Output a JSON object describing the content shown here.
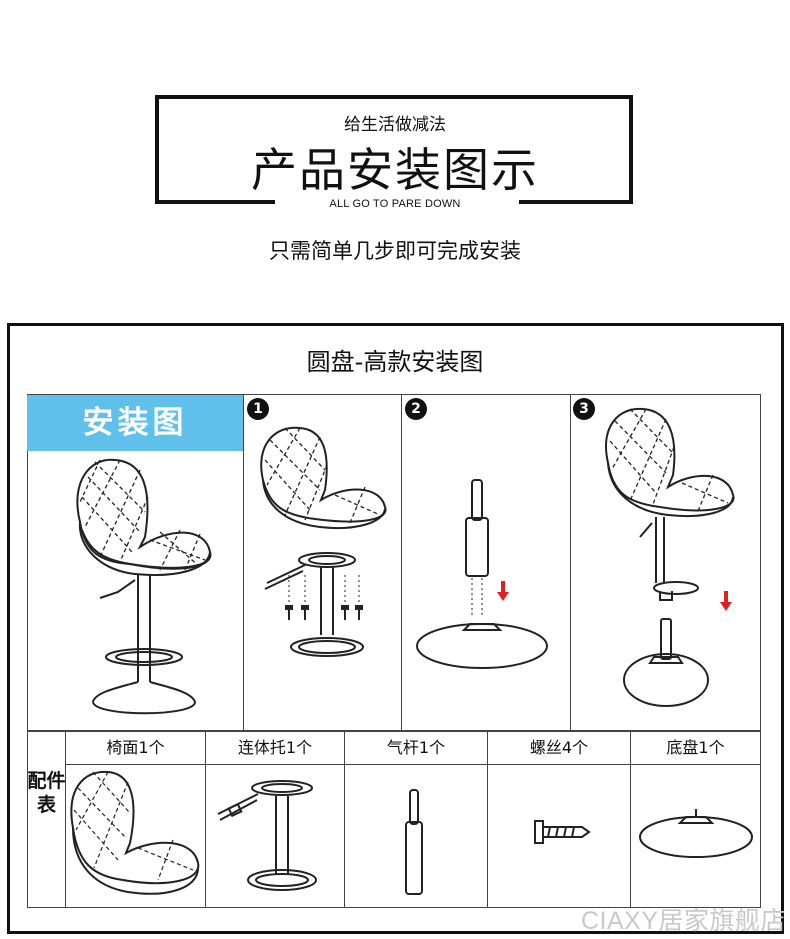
{
  "header": {
    "small_text": "给生活做减法",
    "title": "产品安装图示",
    "english": "ALL GO TO PARE DOWN",
    "subline": "只需简单几步即可完成安装"
  },
  "main": {
    "title": "圆盘-高款安装图",
    "badge": "安装图",
    "steps": [
      "1",
      "2",
      "3"
    ]
  },
  "parts": {
    "side_label": "配件表",
    "items": [
      {
        "label": "椅面1个"
      },
      {
        "label": "连体托1个"
      },
      {
        "label": "气杆1个"
      },
      {
        "label": "螺丝4个"
      },
      {
        "label": "底盘1个"
      }
    ]
  },
  "watermark": "CIAXY居家旗舰店"
}
